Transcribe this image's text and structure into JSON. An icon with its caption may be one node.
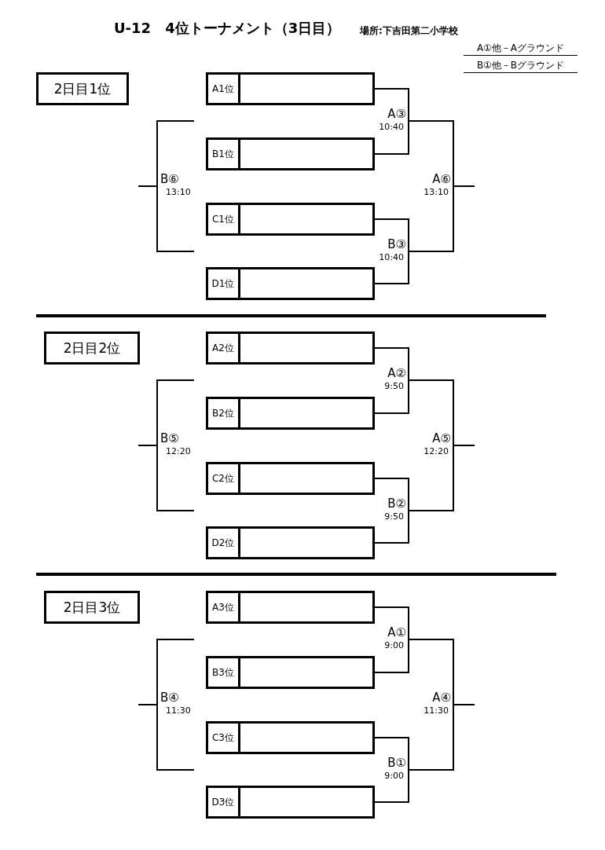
{
  "diagram": {
    "title": "U-12　4位トーナメント（3日目）",
    "nodes": [
      {
        "text": [
          "2日目1位"
        ]
      },
      {
        "text": [
          "B⑥",
          "13:10"
        ]
      },
      {
        "text": [
          "A1位"
        ]
      },
      {
        "text": [
          "B1位"
        ]
      },
      {
        "text": [
          "C1位"
        ]
      },
      {
        "text": [
          "D1位"
        ]
      },
      {
        "text": [
          "A③",
          "10:40"
        ]
      },
      {
        "text": [
          "B③",
          "10:40"
        ]
      },
      {
        "text": [
          "A⑥",
          "13:10"
        ]
      },
      {
        "text": [
          "2日目2位"
        ]
      },
      {
        "text": [
          "B⑤",
          "12:20"
        ]
      },
      {
        "text": [
          "A2位"
        ]
      },
      {
        "text": [
          "B2位"
        ]
      },
      {
        "text": [
          "C2位"
        ]
      },
      {
        "text": [
          "D2位"
        ]
      },
      {
        "text": [
          "A②",
          "9:50"
        ]
      },
      {
        "text": [
          "B②",
          "9:50"
        ]
      },
      {
        "text": [
          "A⑤",
          "12:20"
        ]
      },
      {
        "text": [
          "2日目3位"
        ]
      },
      {
        "text": [
          "B④",
          "11:30"
        ]
      },
      {
        "text": [
          "A3位"
        ]
      },
      {
        "text": [
          "B3位"
        ]
      },
      {
        "text": [
          "C3位"
        ]
      },
      {
        "text": [
          "D3位"
        ]
      },
      {
        "text": [
          "A①",
          "9:00"
        ]
      },
      {
        "text": [
          "B①",
          "9:00"
        ]
      },
      {
        "text": [
          "A④",
          "11:30"
        ]
      }
    ],
    "edges": [
      {
        "from": 2,
        "to": 6,
        "arrow": "none"
      },
      {
        "from": 3,
        "to": 6,
        "arrow": "none"
      },
      {
        "from": 4,
        "to": 7,
        "arrow": "none"
      },
      {
        "from": 5,
        "to": 7,
        "arrow": "none"
      },
      {
        "from": 6,
        "to": 8,
        "arrow": "none"
      },
      {
        "from": 7,
        "to": 8,
        "arrow": "none"
      },
      {
        "from": 8,
        "to": null,
        "arrow": "none"
      },
      {
        "from": null,
        "to": 1,
        "arrow": "none"
      },
      {
        "from": null,
        "to": 1,
        "arrow": "none"
      },
      {
        "from": 1,
        "to": null,
        "arrow": "none"
      },
      {
        "from": 11,
        "to": 15,
        "arrow": "none"
      },
      {
        "from": 12,
        "to": 15,
        "arrow": "none"
      },
      {
        "from": 13,
        "to": 16,
        "arrow": "none"
      },
      {
        "from": 14,
        "to": 16,
        "arrow": "none"
      },
      {
        "from": 15,
        "to": 17,
        "arrow": "none"
      },
      {
        "from": 16,
        "to": 17,
        "arrow": "none"
      },
      {
        "from": 17,
        "to": null,
        "arrow": "none"
      },
      {
        "from": null,
        "to": 10,
        "arrow": "none"
      },
      {
        "from": null,
        "to": 10,
        "arrow": "none"
      },
      {
        "from": 10,
        "to": null,
        "arrow": "none"
      },
      {
        "from": 20,
        "to": 24,
        "arrow": "none"
      },
      {
        "from": 21,
        "to": 24,
        "arrow": "none"
      },
      {
        "from": 22,
        "to": 25,
        "arrow": "none"
      },
      {
        "from": 23,
        "to": 25,
        "arrow": "none"
      },
      {
        "from": 24,
        "to": 26,
        "arrow": "none"
      },
      {
        "from": 25,
        "to": 26,
        "arrow": "none"
      },
      {
        "from": 26,
        "to": null,
        "arrow": "none"
      },
      {
        "from": null,
        "to": 19,
        "arrow": "none"
      },
      {
        "from": null,
        "to": 19,
        "arrow": "none"
      },
      {
        "from": 19,
        "to": null,
        "arrow": "none"
      }
    ],
    "labels": [
      "場所:下吉田第二小学校",
      "A①他－Aグラウンド",
      "B①他－Bグラウンド"
    ]
  }
}
